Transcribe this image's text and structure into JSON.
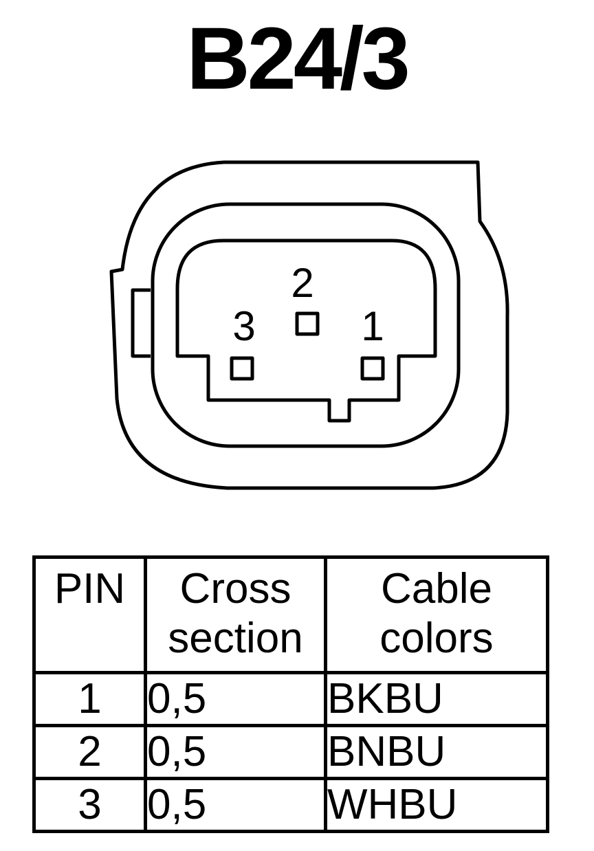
{
  "title": "B24/3",
  "connector": {
    "pins": [
      {
        "label": "2"
      },
      {
        "label": "3"
      },
      {
        "label": "1"
      }
    ]
  },
  "table": {
    "headers": {
      "pin": "PIN",
      "cross_section_line1": "Cross",
      "cross_section_line2": "section",
      "cable_colors_line1": "Cable",
      "cable_colors_line2": "colors"
    },
    "rows": [
      {
        "pin": "1",
        "cross_section": "0,5",
        "cable_color": "BKBU"
      },
      {
        "pin": "2",
        "cross_section": "0,5",
        "cable_color": "BNBU"
      },
      {
        "pin": "3",
        "cross_section": "0,5",
        "cable_color": "WHBU"
      }
    ]
  }
}
